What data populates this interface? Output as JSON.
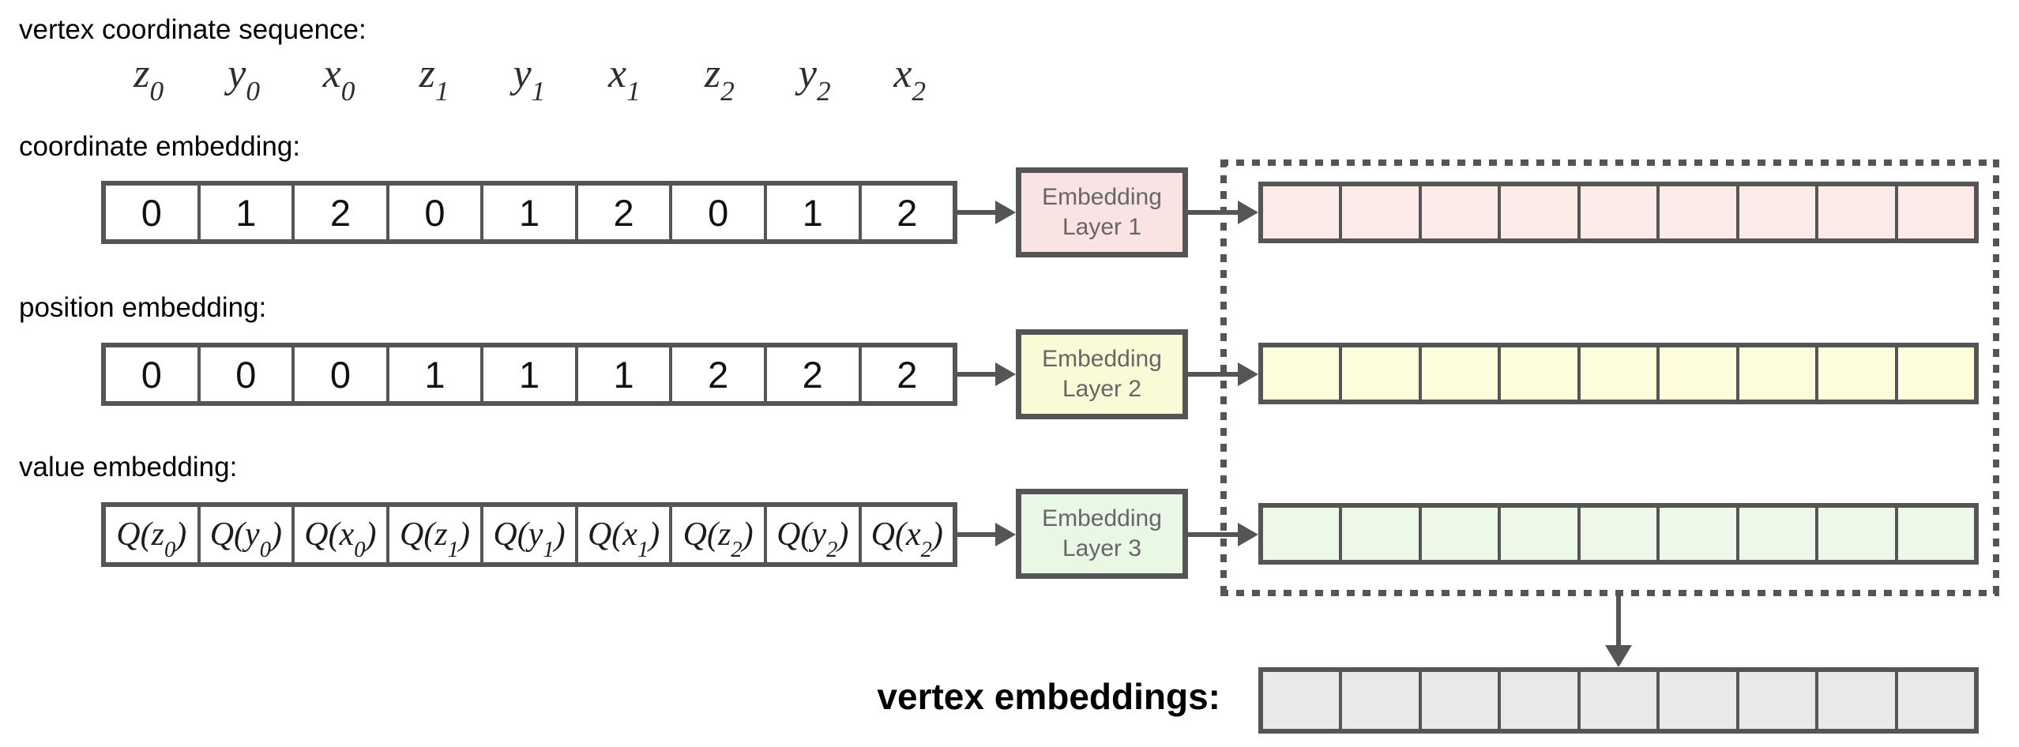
{
  "labels": {
    "vertex_coordinate_sequence": "vertex coordinate sequence:",
    "coordinate_embedding": "coordinate embedding:",
    "position_embedding": "position embedding:",
    "value_embedding": "value embedding:",
    "vertex_embeddings": "vertex embeddings:"
  },
  "sequence_tokens": [
    {
      "base": "z",
      "sub": "0"
    },
    {
      "base": "y",
      "sub": "0"
    },
    {
      "base": "x",
      "sub": "0"
    },
    {
      "base": "z",
      "sub": "1"
    },
    {
      "base": "y",
      "sub": "1"
    },
    {
      "base": "x",
      "sub": "1"
    },
    {
      "base": "z",
      "sub": "2"
    },
    {
      "base": "y",
      "sub": "2"
    },
    {
      "base": "x",
      "sub": "2"
    }
  ],
  "rows": {
    "coordinate": [
      "0",
      "1",
      "2",
      "0",
      "1",
      "2",
      "0",
      "1",
      "2"
    ],
    "position": [
      "0",
      "0",
      "0",
      "1",
      "1",
      "1",
      "2",
      "2",
      "2"
    ],
    "value": [
      {
        "fn": "Q",
        "base": "z",
        "sub": "0"
      },
      {
        "fn": "Q",
        "base": "y",
        "sub": "0"
      },
      {
        "fn": "Q",
        "base": "x",
        "sub": "0"
      },
      {
        "fn": "Q",
        "base": "z",
        "sub": "1"
      },
      {
        "fn": "Q",
        "base": "y",
        "sub": "1"
      },
      {
        "fn": "Q",
        "base": "x",
        "sub": "1"
      },
      {
        "fn": "Q",
        "base": "z",
        "sub": "2"
      },
      {
        "fn": "Q",
        "base": "y",
        "sub": "2"
      },
      {
        "fn": "Q",
        "base": "x",
        "sub": "2"
      }
    ],
    "coordinate_output_cells": 9,
    "position_output_cells": 9,
    "value_output_cells": 9,
    "vertex_embedding_cells": 9
  },
  "embedding_layers": [
    {
      "label": "Embedding Layer 1",
      "line1": "Embedding",
      "line2": "Layer 1",
      "fill": "#fae4e3"
    },
    {
      "label": "Embedding Layer 2",
      "line1": "Embedding",
      "line2": "Layer 2",
      "fill": "#fbfad6"
    },
    {
      "label": "Embedding Layer 3",
      "line1": "Embedding",
      "line2": "Layer 3",
      "fill": "#e9f7e5"
    }
  ],
  "colors": {
    "outline": "#555555",
    "arrow": "#555555",
    "box_text": "#666666",
    "pink_row": "#fcebe9",
    "yellow_row": "#fdfcdb",
    "green_row": "#ecf9e8",
    "gray_row": "#e9e9e9",
    "background": "#ffffff"
  }
}
